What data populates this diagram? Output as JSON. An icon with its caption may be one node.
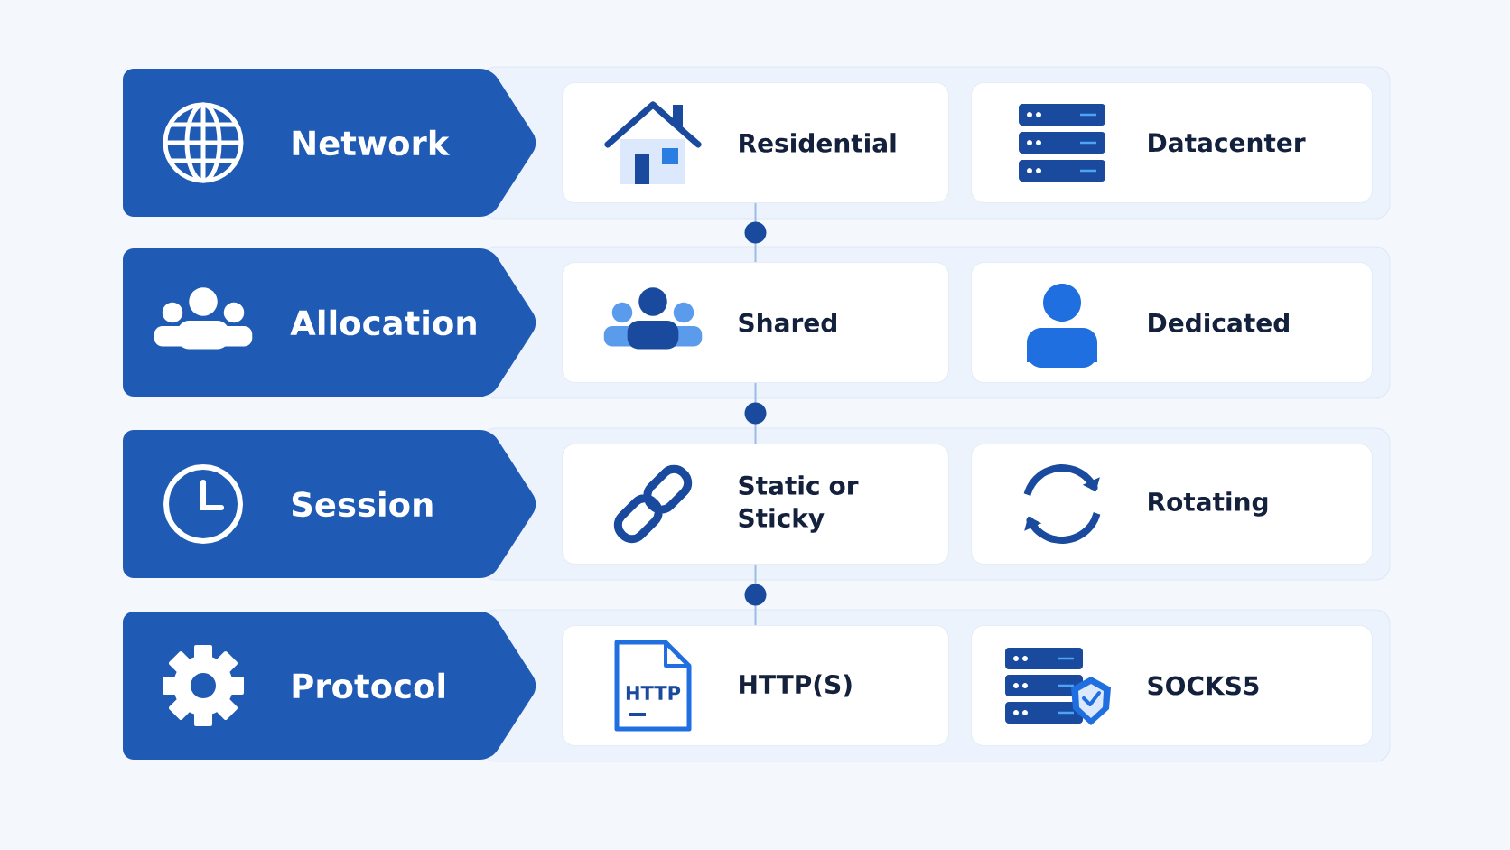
{
  "diagram": {
    "nodes": [
      {
        "text": [
          "Network"
        ]
      },
      {
        "text": [
          "Residential"
        ]
      },
      {
        "text": [
          "Datacenter"
        ]
      },
      {
        "text": [
          "Allocation"
        ]
      },
      {
        "text": [
          "Shared"
        ]
      },
      {
        "text": [
          "Dedicated"
        ]
      },
      {
        "text": [
          "Session"
        ]
      },
      {
        "text": [
          "Static or Sticky"
        ]
      },
      {
        "text": [
          "Rotating"
        ]
      },
      {
        "text": [
          "Protocol"
        ]
      },
      {
        "text": [
          "HTTP(S)"
        ]
      },
      {
        "text": [
          "SOCKS5"
        ]
      }
    ],
    "edges": [
      {
        "from": 1,
        "to": 4,
        "arrow": "none"
      },
      {
        "from": 4,
        "to": 7,
        "arrow": "none"
      },
      {
        "from": 7,
        "to": 10,
        "arrow": "none"
      }
    ],
    "labels": [
      "HTTP"
    ]
  }
}
